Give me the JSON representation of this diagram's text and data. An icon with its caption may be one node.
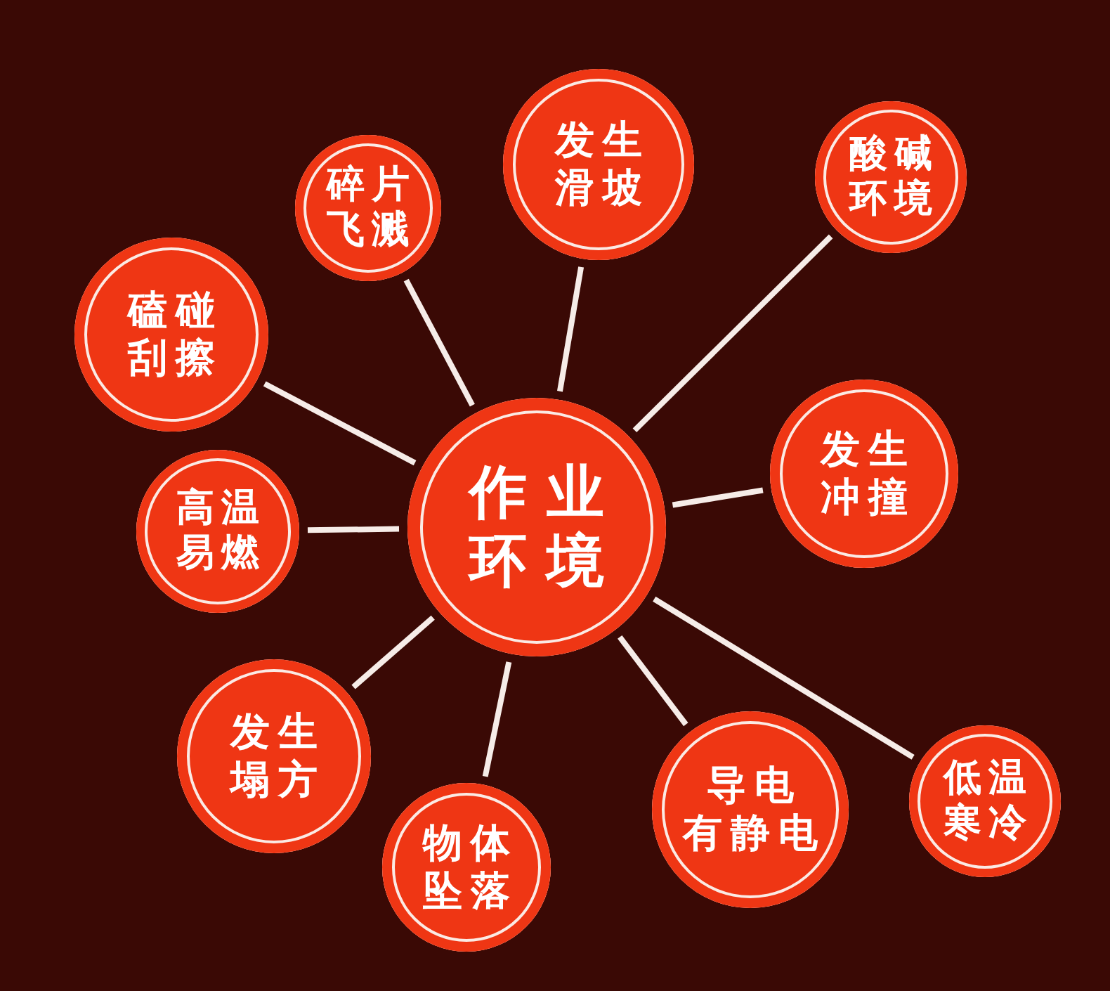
{
  "diagram": {
    "nodes": [
      {
        "text": [
          "作业环境"
        ]
      },
      {
        "text": [
          "碎片飞溅"
        ]
      },
      {
        "text": [
          "发生滑坡"
        ]
      },
      {
        "text": [
          "酸碱环境"
        ]
      },
      {
        "text": [
          "发生冲撞"
        ]
      },
      {
        "text": [
          "低温寒冷"
        ]
      },
      {
        "text": [
          "导电有静电"
        ]
      },
      {
        "text": [
          "物体坠落"
        ]
      },
      {
        "text": [
          "发生塌方"
        ]
      },
      {
        "text": [
          "高温易燃"
        ]
      },
      {
        "text": [
          "磕碰刮擦"
        ]
      }
    ],
    "edges": [
      {
        "from": 0,
        "to": 1,
        "arrow": "none"
      },
      {
        "from": 0,
        "to": 2,
        "arrow": "none"
      },
      {
        "from": 0,
        "to": 3,
        "arrow": "none"
      },
      {
        "from": 0,
        "to": 4,
        "arrow": "none"
      },
      {
        "from": 0,
        "to": 5,
        "arrow": "none"
      },
      {
        "from": 0,
        "to": 6,
        "arrow": "none"
      },
      {
        "from": 0,
        "to": 7,
        "arrow": "none"
      },
      {
        "from": 0,
        "to": 8,
        "arrow": "none"
      },
      {
        "from": 0,
        "to": 9,
        "arrow": "none"
      },
      {
        "from": 0,
        "to": 10,
        "arrow": "none"
      }
    ]
  }
}
